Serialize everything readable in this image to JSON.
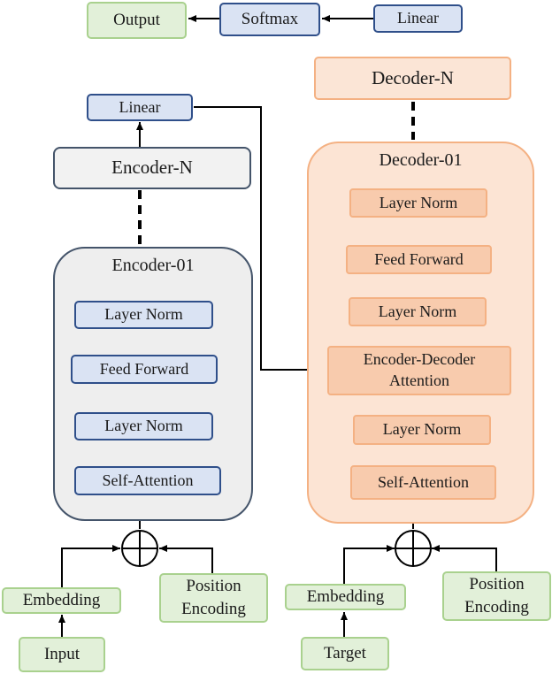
{
  "encoder": {
    "container_title": "Encoder-01",
    "layer_norm_top": "Layer Norm",
    "feed_forward": "Feed Forward",
    "layer_norm_bottom": "Layer Norm",
    "self_attention": "Self-Attention",
    "encoder_n": "Encoder-N",
    "linear": "Linear",
    "embedding": "Embedding",
    "position_encoding": [
      "Position",
      "Encoding"
    ],
    "input": "Input"
  },
  "decoder": {
    "container_title": "Decoder-01",
    "layer_norm_top": "Layer Norm",
    "feed_forward": "Feed Forward",
    "layer_norm_mid": "Layer Norm",
    "cross_attention": [
      "Encoder-Decoder",
      "Attention"
    ],
    "layer_norm_bottom": "Layer Norm",
    "self_attention": "Self-Attention",
    "decoder_n": "Decoder-N",
    "linear": "Linear",
    "embedding": "Embedding",
    "position_encoding": [
      "Position",
      "Encoding"
    ],
    "target": "Target"
  },
  "head": {
    "softmax": "Softmax",
    "output": "Output"
  },
  "colors": {
    "encoder_fill": "#dae3f3",
    "encoder_border": "#2f4f8a",
    "decoder_fill": "#f8cbad",
    "decoder_border": "#f4b183",
    "io_fill": "#e2f0d9",
    "io_border": "#a9d18e"
  }
}
